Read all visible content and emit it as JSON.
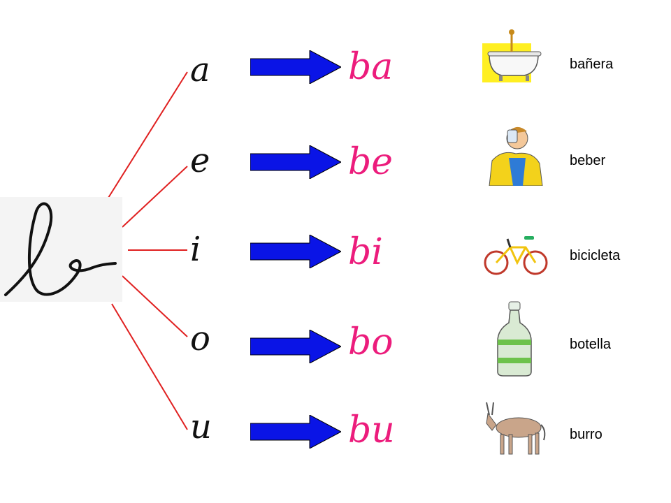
{
  "letter": "b",
  "rows": [
    {
      "vowel": "a",
      "syllable": "ba",
      "word": "bañera",
      "picture": "bathtub-icon"
    },
    {
      "vowel": "e",
      "syllable": "be",
      "word": "beber",
      "picture": "drinking-boy-icon"
    },
    {
      "vowel": "i",
      "syllable": "bi",
      "word": "bicicleta",
      "picture": "bicycle-icon"
    },
    {
      "vowel": "o",
      "syllable": "bo",
      "word": "botella",
      "picture": "bottle-icon"
    },
    {
      "vowel": "u",
      "syllable": "bu",
      "word": "burro",
      "picture": "donkey-icon"
    }
  ],
  "colors": {
    "connector": "#e02020",
    "arrow": "#0a14e6",
    "syllable": "#ec1c7c",
    "letter": "#111111"
  }
}
